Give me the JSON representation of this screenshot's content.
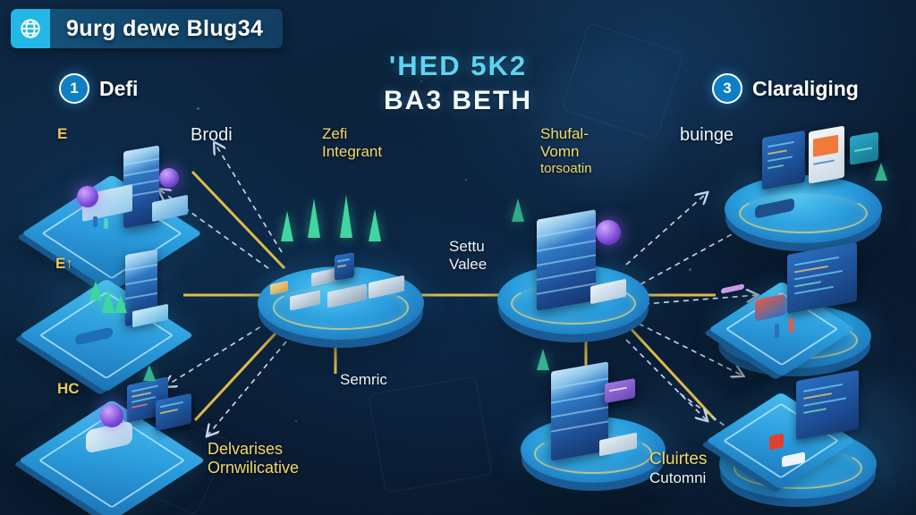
{
  "banner": {
    "icon": "globe-icon",
    "title": "9urg dewe Blug34",
    "icon_bg": "#22b7e6"
  },
  "headline": {
    "line1": "'HED 5K2",
    "line2": "BA3 BETH",
    "line1_color": "#5fd3f3",
    "line2_color": "#f2fbff"
  },
  "sections": [
    {
      "number": "1",
      "label": "Defi"
    },
    {
      "number": "3",
      "label": "Claraliging"
    }
  ],
  "labels": {
    "brodi": "Brodi",
    "zefi_1": "Zefi",
    "zefi_2": "Integrant",
    "shufal_1": "Shufal-",
    "shufal_2": "Vomn",
    "shufal_3": "torsoatin",
    "buinge": "buinge",
    "settu_1": "Settu",
    "settu_2": "Valee",
    "semric": "Semric",
    "delvarises_1": "Delvarises",
    "delvarises_2": "Ornwilicative",
    "cluirtes": "Cluirtes",
    "cutomni": "Cutomni",
    "glyph_e1": "E",
    "glyph_e2": "E↑",
    "glyph_hc": "HC"
  },
  "colors": {
    "accent_yellow": "#f2d96a",
    "accent_cyan": "#5fd3f3",
    "link_yellow": "#e8c54a",
    "link_white": "#cfe4f5",
    "island_blue": "#2a9ede",
    "bg_navy": "#0b2139"
  }
}
